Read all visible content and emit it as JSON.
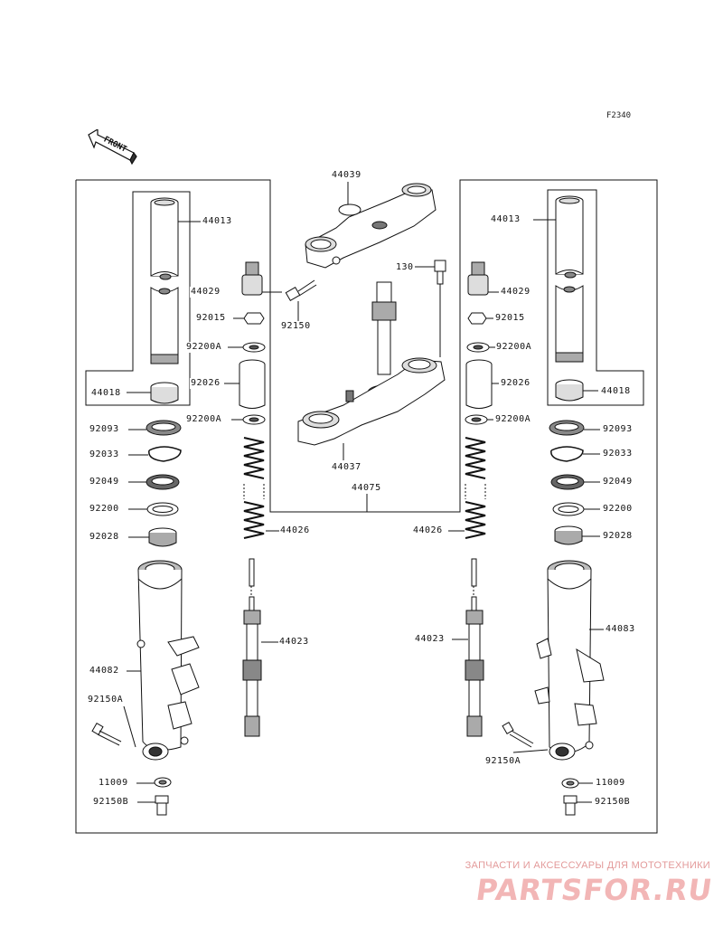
{
  "figure_code": "F2340",
  "front_arrow": {
    "label": "FRONT",
    "icon": "front-arrow-icon"
  },
  "watermark": {
    "subtitle": "ЗАПЧАСТИ И АКСЕССУАРЫ ДЛЯ МОТОТЕХНИКИ",
    "brand": "PARTSFOR.RU"
  },
  "labels": {
    "l_44013": "44013",
    "l_44018": "44018",
    "l_44029": "44029",
    "l_92015": "92015",
    "l_92200A_top": "92200A",
    "l_92026": "92026",
    "l_92200A_bot": "92200A",
    "l_92093": "92093",
    "l_92033": "92033",
    "l_92049": "92049",
    "l_92200": "92200",
    "l_92028": "92028",
    "l_44026": "44026",
    "l_44023": "44023",
    "l_44082": "44082",
    "l_92150A": "92150A",
    "l_11009": "11009",
    "l_92150B": "92150B",
    "c_44039": "44039",
    "c_130": "130",
    "c_92150": "92150",
    "c_44037": "44037",
    "c_44075": "44075",
    "r_44013": "44013",
    "r_44018": "44018",
    "r_44029": "44029",
    "r_92015": "92015",
    "r_92200A_top": "92200A",
    "r_92026": "92026",
    "r_92200A_bot": "92200A",
    "r_92093": "92093",
    "r_92033": "92033",
    "r_92049": "92049",
    "r_92200": "92200",
    "r_92028": "92028",
    "r_44026": "44026",
    "r_44023": "44023",
    "r_44083": "44083",
    "r_92150A": "92150A",
    "r_11009": "11009",
    "r_92150B": "92150B"
  }
}
